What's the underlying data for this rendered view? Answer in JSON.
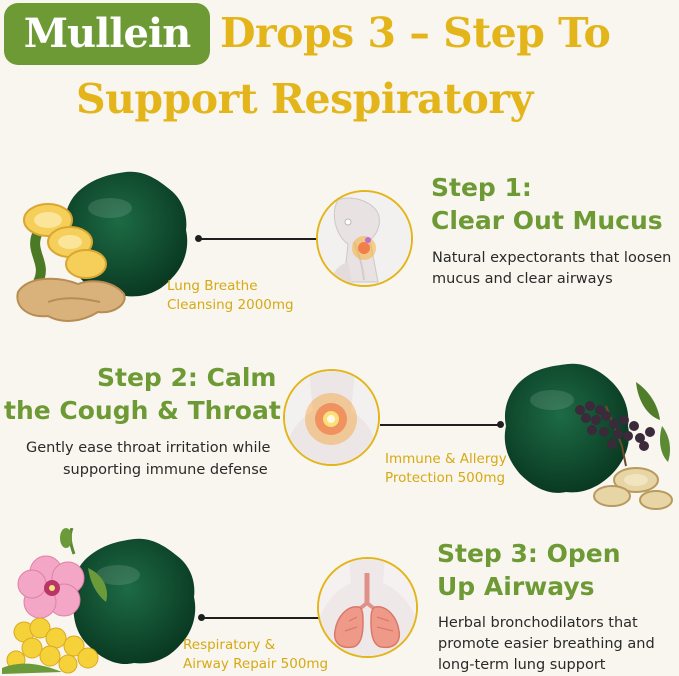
{
  "header": {
    "brand": "Mullein",
    "title_line1": "Drops 3 – Step To",
    "title_line2": "Support Respiratory"
  },
  "steps": [
    {
      "title_line1": "Step 1:",
      "title_line2": "Clear Out Mucus",
      "desc_line1": "Natural expectorants that loosen",
      "desc_line2": "mucus and clear airways",
      "ingredient_line1": "Lung Breathe",
      "ingredient_line2": "Cleansing 2000mg"
    },
    {
      "title_line1": "Step 2: Calm",
      "title_line2": "the Cough & Throat",
      "desc_line1": "Gently ease throat irritation while",
      "desc_line2": "supporting immune defense",
      "ingredient_line1": "Immune & Allergy",
      "ingredient_line2": "Protection 500mg"
    },
    {
      "title_line1": "Step 3: Open",
      "title_line2": "Up Airways",
      "desc_line1": "Herbal bronchodilators that",
      "desc_line2": "promote easier breathing and",
      "desc_line3": "long-term lung support",
      "ingredient_line1": "Respiratory &",
      "ingredient_line2": "Airway Repair 500mg"
    }
  ],
  "colors": {
    "background": "#f8f6ee",
    "brand_green": "#6e9a35",
    "title_gold": "#e3b51a",
    "liquid_green": "#0f4a2e"
  },
  "icons": {
    "step1_ingredient": "ginger-root-icon",
    "step1_illustration": "throat-neck-icon",
    "step2_ingredient": "elderberry-icon",
    "step2_illustration": "throat-glow-icon",
    "step3_ingredient": "mullein-flower-icon",
    "step3_illustration": "lungs-icon"
  }
}
